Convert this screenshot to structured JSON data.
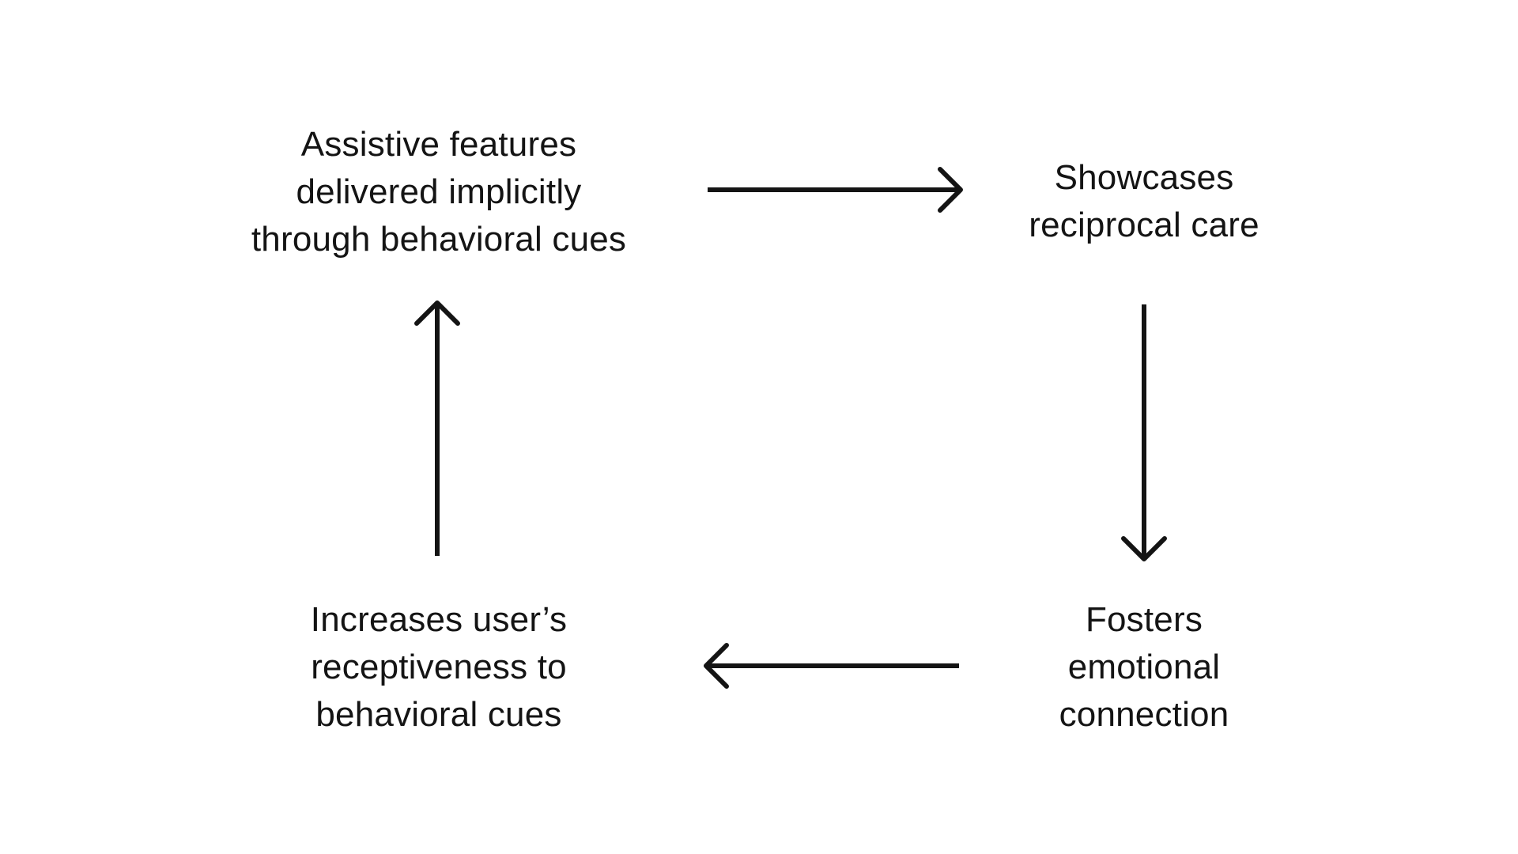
{
  "diagram": {
    "type": "cycle",
    "background_color": "#ffffff",
    "text_color": "#141414",
    "arrow_color": "#141414",
    "nodes": [
      {
        "id": "assistive-features",
        "position": "top-left",
        "label": "Assistive features delivered implicitly through behavioral cues",
        "lines": [
          "Assistive features",
          "delivered implicitly",
          "through behavioral cues"
        ]
      },
      {
        "id": "showcases-reciprocal-care",
        "position": "top-right",
        "label": "Showcases reciprocal care",
        "lines": [
          "Showcases",
          "reciprocal care"
        ]
      },
      {
        "id": "fosters-emotional-connection",
        "position": "bottom-right",
        "label": "Fosters emotional connection",
        "lines": [
          "Fosters",
          "emotional",
          "connection"
        ]
      },
      {
        "id": "increases-receptiveness",
        "position": "bottom-left",
        "label": "Increases user’s receptiveness to behavioral cues",
        "lines": [
          "Increases user’s",
          "receptiveness to",
          "behavioral cues"
        ]
      }
    ],
    "edges": [
      {
        "from": "assistive-features",
        "to": "showcases-reciprocal-care",
        "direction": "right"
      },
      {
        "from": "showcases-reciprocal-care",
        "to": "fosters-emotional-connection",
        "direction": "down"
      },
      {
        "from": "fosters-emotional-connection",
        "to": "increases-receptiveness",
        "direction": "left"
      },
      {
        "from": "increases-receptiveness",
        "to": "assistive-features",
        "direction": "up"
      }
    ]
  }
}
